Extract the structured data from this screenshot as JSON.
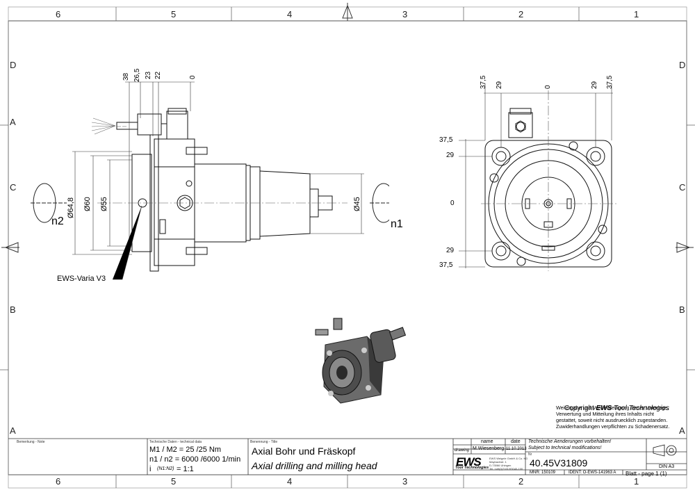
{
  "frame": {
    "cols_top": [
      "6",
      "5",
      "4",
      "3",
      "2",
      "1"
    ],
    "cols_bottom": [
      "6",
      "5",
      "4",
      "3",
      "2",
      "1"
    ],
    "rows_left": [
      "D",
      "C",
      "B",
      "A"
    ],
    "rows_right": [
      "D",
      "C",
      "B",
      "A"
    ]
  },
  "drawing": {
    "left_view": {
      "top_dims": [
        "38",
        "26,5",
        "23",
        "22",
        "0"
      ],
      "side_dims": [
        "Ø64,8",
        "Ø60",
        "Ø55"
      ],
      "right_dim": "Ø45",
      "rot_left": "n2",
      "rot_right": "n1",
      "callout": "EWS-Varia V3"
    },
    "right_view": {
      "top_dims": [
        "37,5",
        "29",
        "0",
        "29",
        "37,5"
      ],
      "left_dims": [
        "37,5",
        "29",
        "0",
        "29",
        "37,5"
      ]
    }
  },
  "copyright": {
    "title_prefix": "Copyright ",
    "brand": "EWS",
    "title_suffix": " Tool Technologies",
    "lines": [
      "Weitergabe und Vervielfaeltigung dieser Unterlage,",
      "Verwertung und Mitteilung ihres Inhalts nicht",
      "gestattet, soweit nicht ausdruecklich zugestanden.",
      "Zuwiderhandlungen verpflichten zu Schadenersatz."
    ]
  },
  "titleblock": {
    "note_label": "Bemerkung - Note",
    "tech_label": "Technische Daten - technical data",
    "tech_line1": "M1 / M2 = 25  /25  Nm",
    "tech_line2": "n1 / n2 = 6000 /6000  1/min",
    "tech_line3_a": "i",
    "tech_line3_b": "(N1:N2)",
    "tech_line3_c": "= 1:1",
    "title_label": "Benennung - Title",
    "title_de": "Axial Bohr und Fräskopf",
    "title_en": "Axial drilling and milling head",
    "col_name": "name",
    "col_date": "date",
    "row_drawing": "drawing",
    "drawer": "M.Wiesenberg",
    "draw_date": "11.10.2013",
    "logo": "EWS",
    "logo_sub": "Tool Technologies",
    "addr": [
      "EWS Weigele GmbH & Co. KG",
      "Maybachstr. 1",
      "D-73066 Uhingen",
      "Tel. +49(0)7161/93040-100"
    ],
    "mnr": "MNR: 150109",
    "ident": "IDENT: O-EWS-141963 A",
    "change_de": "Technische Aenderungen vorbehalten!",
    "change_en": "Subject to technical modifications!",
    "nr_label": "Nr",
    "number": "40.45V31809",
    "format": "DIN A3",
    "sheet": "Blatt - page  1  (1)"
  }
}
